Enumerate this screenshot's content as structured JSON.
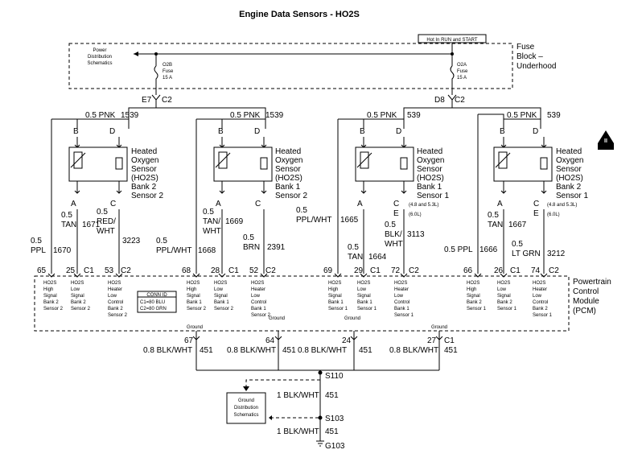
{
  "title": "Engine Data Sensors - HO2S",
  "fuse_block": {
    "hot_label": "Hot In RUN and START",
    "name": [
      "Fuse",
      "Block –",
      "Underhood"
    ],
    "power_dist": [
      "Power",
      "Distribution",
      "Schematics"
    ],
    "fuse_o2b": [
      "O2B",
      "Fuse",
      "15 A"
    ],
    "fuse_o2a": [
      "O2A",
      "Fuse",
      "15 A"
    ],
    "conn_left": [
      "E7",
      "C2"
    ],
    "conn_right": [
      "D8",
      "C2"
    ]
  },
  "sensors": [
    {
      "feed_wire": "0.5 PNK",
      "feed_circuit": "1539",
      "pin_b": "B",
      "pin_d": "D",
      "pin_a": "A",
      "pin_c": "C",
      "name": [
        "Heated",
        "Oxygen",
        "Sensor",
        "(HO2S)",
        "Bank 2",
        "Sensor 2"
      ],
      "note_c": [],
      "pin_e": ""
    },
    {
      "feed_wire": "0.5 PNK",
      "feed_circuit": "1539",
      "pin_b": "B",
      "pin_d": "D",
      "pin_a": "A",
      "pin_c": "C",
      "name": [
        "Heated",
        "Oxygen",
        "Sensor",
        "(HO2S)",
        "Bank 1",
        "Sensor 2"
      ],
      "note_c": [],
      "pin_e": ""
    },
    {
      "feed_wire": "0.5 PNK",
      "feed_circuit": "539",
      "pin_b": "B",
      "pin_d": "D",
      "pin_a": "A",
      "pin_c": "C",
      "name": [
        "Heated",
        "Oxygen",
        "Sensor",
        "(HO2S)",
        "Bank 1",
        "Sensor 1"
      ],
      "note_c": [
        "(4.8 and 5.3L)",
        "(6.0L)"
      ],
      "pin_e": "E"
    },
    {
      "feed_wire": "0.5 PNK",
      "feed_circuit": "539",
      "pin_b": "B",
      "pin_d": "D",
      "pin_a": "A",
      "pin_c": "C",
      "name": [
        "Heated",
        "Oxygen",
        "Sensor",
        "(HO2S)",
        "Bank 2",
        "Sensor 1"
      ],
      "note_c": [
        "(4.8 and 5.3L)",
        "(6.0L)"
      ],
      "pin_e": "E"
    }
  ],
  "wires": [
    {
      "text": [
        "0.5",
        "PPL"
      ],
      "circuit": "1670"
    },
    {
      "text": [
        "0.5",
        "TAN"
      ],
      "circuit": "1671"
    },
    {
      "text": [
        "0.5",
        "RED/",
        "WHT"
      ],
      "circuit": "3223"
    },
    {
      "text": [
        "0.5",
        "PPL/WHT"
      ],
      "circuit": "1668"
    },
    {
      "text": [
        "0.5",
        "TAN/",
        "WHT"
      ],
      "circuit": "1669"
    },
    {
      "text": [
        "0.5",
        "BRN"
      ],
      "circuit": "2391"
    },
    {
      "text": [
        "0.5",
        "PPL/WHT"
      ],
      "circuit": "1665"
    },
    {
      "text": [
        "0.5",
        "TAN"
      ],
      "circuit": "1664"
    },
    {
      "text": [
        "0.5",
        "BLK/",
        "WHT"
      ],
      "circuit": "3113"
    },
    {
      "text": [
        "0.5 PPL"
      ],
      "circuit": "1666"
    },
    {
      "text": [
        "0.5",
        "TAN"
      ],
      "circuit": "1667"
    },
    {
      "text": [
        "0.5",
        "LT GRN"
      ],
      "circuit": "3212"
    }
  ],
  "pcm_pins": [
    {
      "pin": "65",
      "conn": "",
      "label": [
        "HO2S",
        "High",
        "Signal",
        "Bank 2",
        "Sensor 2"
      ]
    },
    {
      "pin": "25",
      "conn": "C1",
      "label": [
        "HO2S",
        "Low",
        "Signal",
        "Bank 2",
        "Sensor 2"
      ]
    },
    {
      "pin": "53",
      "conn": "C2",
      "label": [
        "HO2S",
        "Heater",
        "Low",
        "Control",
        "Bank 2",
        "Sensor 2"
      ]
    },
    {
      "pin": "68",
      "conn": "",
      "label": [
        "HO2S",
        "High",
        "Signal",
        "Bank 1",
        "Sensor 2"
      ]
    },
    {
      "pin": "28",
      "conn": "C1",
      "label": [
        "HO2S",
        "Low",
        "Signal",
        "Bank 1",
        "Sensor 2"
      ]
    },
    {
      "pin": "52",
      "conn": "C2",
      "label": [
        "HO2S",
        "Heater",
        "Low",
        "Control",
        "Bank 1",
        "Sensor 2"
      ]
    },
    {
      "pin": "69",
      "conn": "",
      "label": [
        "HO2S",
        "High",
        "Signal",
        "Bank 1",
        "Sensor 1"
      ]
    },
    {
      "pin": "29",
      "conn": "C1",
      "label": [
        "HO2S",
        "Low",
        "Signal",
        "Bank 1",
        "Sensor 1"
      ]
    },
    {
      "pin": "72",
      "conn": "C2",
      "label": [
        "HO2S",
        "Heater",
        "Low",
        "Control",
        "Bank 1",
        "Sensor 1"
      ]
    },
    {
      "pin": "66",
      "conn": "",
      "label": [
        "HO2S",
        "High",
        "Signal",
        "Bank 2",
        "Sensor 1"
      ]
    },
    {
      "pin": "26",
      "conn": "C1",
      "label": [
        "HO2S",
        "Low",
        "Signal",
        "Bank 2",
        "Sensor 1"
      ]
    },
    {
      "pin": "74",
      "conn": "C2",
      "label": [
        "HO2S",
        "Heater",
        "Low",
        "Control",
        "Bank 2",
        "Sensor 1"
      ]
    }
  ],
  "conn_id": {
    "title": "CONN ID",
    "lines": [
      "C1=80 BLU",
      "C2=80 GRN"
    ]
  },
  "pcm_name": [
    "Powertrain",
    "Control",
    "Module",
    "(PCM)"
  ],
  "grounds": {
    "label": "Ground",
    "pins": [
      "67",
      "64",
      "24",
      "27"
    ],
    "conn": "C1",
    "wire": "0.8 BLK/WHT",
    "circuit": "451",
    "splice1": "S110",
    "splice2": "S103",
    "wire2": "1 BLK/WHT",
    "circuit2": "451",
    "ground_id": "G103",
    "dist": [
      "Ground",
      "Distribution",
      "Schematics"
    ]
  },
  "service_icon": "II"
}
